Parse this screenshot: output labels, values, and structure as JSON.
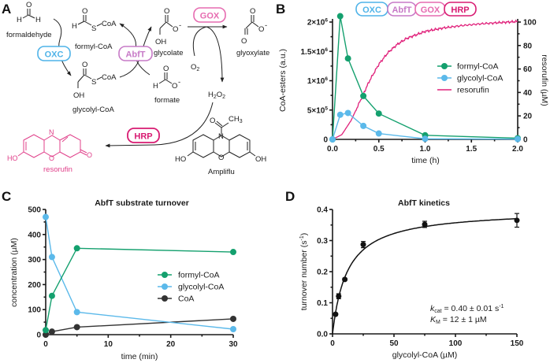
{
  "panels": {
    "A": {
      "label": "A",
      "enzymes": {
        "oxc": {
          "label": "OXC",
          "color": "#4fb3e8"
        },
        "abft": {
          "label": "AbfT",
          "color": "#c77ac7"
        },
        "gox": {
          "label": "GOX",
          "color": "#e66bb0"
        },
        "hrp": {
          "label": "HRP",
          "color": "#d81b72"
        }
      },
      "compounds": {
        "formaldehyde": "formaldehyde",
        "formyl_coa": "formyl-CoA",
        "glycolyl_coa": "glycolyl-CoA",
        "glycolate": "glycolate",
        "formate": "formate",
        "glyoxylate": "glyoxylate",
        "o2": "O2",
        "h2o2": "H2O2",
        "ampliflu": "Ampliflu",
        "resorufin": "resorufin"
      },
      "atoms": {
        "O": "O",
        "H": "H",
        "S": "S",
        "CoA": "CoA",
        "OH": "OH",
        "HO": "HO",
        "N": "N",
        "CH3": "CH",
        "minus": "-",
        "sub2": "2",
        "sub3": "3"
      }
    },
    "B": {
      "label": "B",
      "enzyme_bar": [
        "OXC",
        "AbfT",
        "GOX",
        "HRP"
      ]
    },
    "C": {
      "label": "C"
    },
    "D": {
      "label": "D"
    }
  },
  "chart_data": [
    {
      "panel": "B",
      "type": "line",
      "title": "",
      "xlabel": "time (h)",
      "ylabel": "CoA-esters (a.u.)",
      "y2label": "resorufin (µM)",
      "xlim": [
        0,
        2.0
      ],
      "ylim": [
        0,
        2000000
      ],
      "y2lim": [
        0,
        100
      ],
      "xticks": [
        "0.0",
        "0.5",
        "1.0",
        "1.5",
        "2.0"
      ],
      "yticks": [
        "0",
        "5×10^5",
        "1×10^6",
        "1.5×10^6",
        "2×10^6"
      ],
      "yticks_display": [
        {
          "base": "0",
          "exp": ""
        },
        {
          "base": "5×10",
          "exp": "5"
        },
        {
          "base": "1×10",
          "exp": "6"
        },
        {
          "base": "1.5×10",
          "exp": "6"
        },
        {
          "base": "2×10",
          "exp": "6"
        }
      ],
      "y2ticks": [
        "0",
        "20",
        "40",
        "60",
        "80",
        "100"
      ],
      "legend": [
        "formyl-CoA",
        "glycolyl-CoA",
        "resorufin"
      ],
      "legend_position": "center-right",
      "series": [
        {
          "name": "formyl-CoA",
          "color": "#14a06e",
          "axis": "left",
          "x": [
            0,
            0.083,
            0.167,
            0.333,
            0.5,
            1.0,
            2.0
          ],
          "values": [
            0,
            2100000,
            1380000,
            740000,
            440000,
            70000,
            20000
          ]
        },
        {
          "name": "glycolyl-CoA",
          "color": "#5bb9ea",
          "axis": "left",
          "x": [
            0,
            0.083,
            0.167,
            0.333,
            0.5,
            1.0,
            2.0
          ],
          "values": [
            0,
            420000,
            450000,
            230000,
            100000,
            10000,
            5000
          ]
        },
        {
          "name": "resorufin",
          "color": "#e0207a",
          "axis": "right",
          "x": [
            0,
            0.1,
            0.2,
            0.3,
            0.4,
            0.5,
            0.6,
            0.7,
            0.8,
            0.9,
            1.0,
            1.2,
            1.4,
            1.6,
            1.8,
            2.0
          ],
          "values": [
            0,
            4,
            16,
            33,
            50,
            64,
            74,
            81,
            86,
            89,
            92,
            95,
            97,
            98.5,
            99.5,
            100.5
          ]
        }
      ]
    },
    {
      "panel": "C",
      "type": "line",
      "title": "AbfT substrate turnover",
      "xlabel": "time (min)",
      "ylabel": "concentration (µM)",
      "xlim": [
        0,
        30
      ],
      "ylim": [
        0,
        500
      ],
      "xticks": [
        "0",
        "10",
        "20",
        "30"
      ],
      "yticks": [
        "0",
        "100",
        "200",
        "300",
        "400",
        "500"
      ],
      "legend": [
        "formyl-CoA",
        "glycolyl-CoA",
        "CoA"
      ],
      "legend_position": "center-right",
      "series": [
        {
          "name": "formyl-CoA",
          "color": "#14a06e",
          "x": [
            0,
            1,
            5,
            30
          ],
          "values": [
            18,
            155,
            345,
            330
          ]
        },
        {
          "name": "glycolyl-CoA",
          "color": "#5bb9ea",
          "x": [
            0,
            1,
            5,
            30
          ],
          "values": [
            470,
            310,
            90,
            22
          ]
        },
        {
          "name": "CoA",
          "color": "#333333",
          "x": [
            0,
            1,
            5,
            30
          ],
          "values": [
            0,
            12,
            30,
            63
          ]
        }
      ]
    },
    {
      "panel": "D",
      "type": "scatter",
      "title": "AbfT kinetics",
      "xlabel": "glycolyl-CoA (µM)",
      "ylabel": "turnover number (s^-1)",
      "xlim": [
        0,
        150
      ],
      "ylim": [
        0,
        0.4
      ],
      "xticks": [
        "0",
        "50",
        "100",
        "150"
      ],
      "yticks": [
        "0.0",
        "0.1",
        "0.2",
        "0.3",
        "0.4"
      ],
      "series": [
        {
          "name": "glycolyl-CoA",
          "color": "#111111",
          "x": [
            2.5,
            5,
            10,
            25,
            75,
            150
          ],
          "values": [
            0.063,
            0.121,
            0.175,
            0.287,
            0.352,
            0.365
          ],
          "error": [
            0.003,
            0.008,
            0.004,
            0.01,
            0.01,
            0.022
          ]
        }
      ],
      "fit": {
        "model": "Michaelis-Menten",
        "kcat": 0.4,
        "KM": 12
      },
      "annotations": [
        {
          "symbol": "k",
          "sub": "cat",
          "text": " = 0.40 ± 0.01 s",
          "sup": "-1"
        },
        {
          "symbol": "K",
          "sub": "M",
          "text": " = 12 ± 1 µM",
          "sup": ""
        }
      ]
    }
  ]
}
